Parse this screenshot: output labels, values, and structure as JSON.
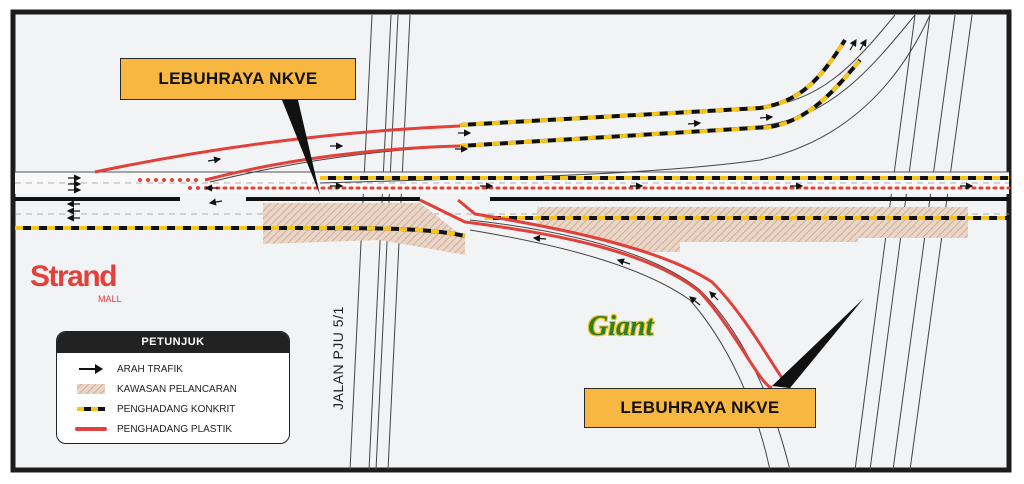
{
  "callouts": {
    "top": "LEBUHRAYA NKVE",
    "bottom": "LEBUHRAYA NKVE"
  },
  "road_label": "JALAN PJU 5/1",
  "strand": {
    "main": "Strand",
    "sub": "MALL"
  },
  "giant": "Giant",
  "legend": {
    "title": "PETUNJUK",
    "items": [
      {
        "label": "ARAH TRAFIK",
        "symbol": "arrow-icon"
      },
      {
        "label": "KAWASAN PELANCARAN",
        "symbol": "hatch-icon"
      },
      {
        "label": "PENGHADANG KONKRIT",
        "symbol": "concrete-barrier-icon"
      },
      {
        "label": "PENGHADANG PLASTIK",
        "symbol": "plastic-barrier-icon"
      }
    ]
  },
  "colors": {
    "border": "#2a2a2a",
    "road": "#f2f3f4",
    "callout": "#f7b740",
    "plastic": "#e2403a",
    "concrete_yellow": "#f5c518",
    "hatch": "#d8b49a"
  }
}
